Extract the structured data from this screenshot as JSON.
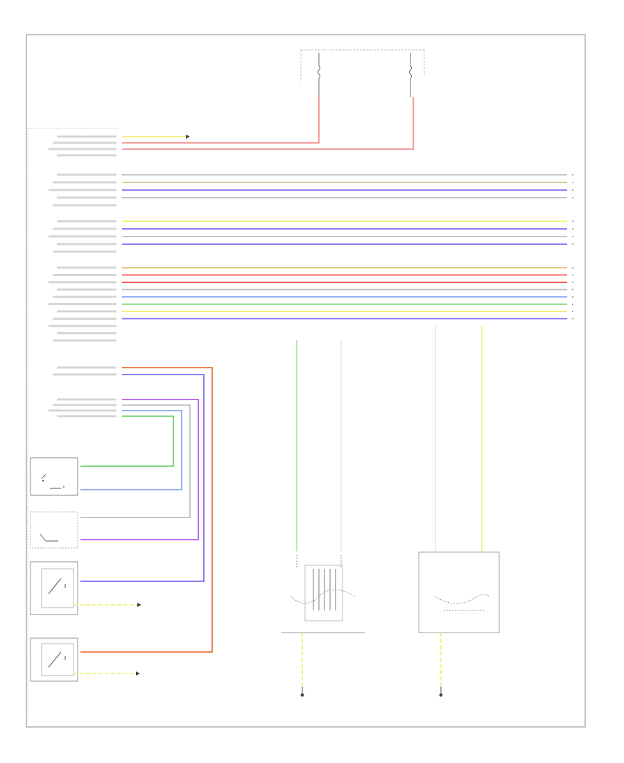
{
  "diagram": {
    "footer_code": "",
    "hot_at_left": "",
    "hot_at_right": "",
    "fuse_block_label": "",
    "relay_left_text": "",
    "relay_right_text": "",
    "left_motor_text": "",
    "right_motor_text": "",
    "left_ground_text": "",
    "right_ground_text": "",
    "switch1_text": "",
    "switch2_text": "",
    "switch3_text": "",
    "switch4_text": "",
    "switch5_text": "",
    "switch3_ground_text": "",
    "switch4_ground_text": "",
    "top_ground_text": ""
  },
  "wire_colors": {
    "yellow": "#f2f060",
    "red": "#f04646",
    "pink": "#f59a9a",
    "purple": "#7a6cf5",
    "khaki": "#c9c08a",
    "lightblue": "#8aa6f2",
    "orange": "#ef7042",
    "green": "#6fd26f",
    "violet": "#b05af0",
    "gray": "#bdbdbd",
    "gold": "#e3c36a"
  },
  "groups": [
    {
      "name": "group-a",
      "rows": 4,
      "colors": [
        "yellow",
        "red",
        "red",
        "none"
      ]
    },
    {
      "name": "group-b",
      "rows": 5,
      "colors": [
        "gray",
        "khaki",
        "purple",
        "gray",
        "none"
      ]
    },
    {
      "name": "group-c",
      "rows": 5,
      "colors": [
        "yellow",
        "purple",
        "gray",
        "purple",
        "none"
      ]
    },
    {
      "name": "group-d",
      "rows": 11,
      "colors": [
        "gold",
        "red",
        "red",
        "gray",
        "lightblue",
        "green",
        "yellow",
        "purple",
        "none",
        "none",
        "none"
      ]
    },
    {
      "name": "group-e",
      "rows": 2,
      "colors": [
        "orange",
        "purple"
      ]
    },
    {
      "name": "group-f",
      "rows": 4,
      "colors": [
        "violet",
        "gray",
        "lightblue",
        "green"
      ]
    }
  ]
}
